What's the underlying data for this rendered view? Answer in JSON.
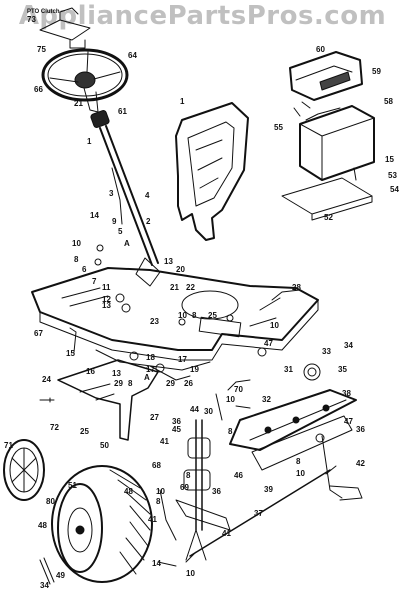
{
  "watermark": "AppliancePartsPros.com",
  "caption_pto": "PTO Clutch",
  "colors": {
    "ink": "#111111",
    "watermark": "#8c8c8c"
  },
  "callouts": [
    {
      "id": "73",
      "label": "73"
    },
    {
      "id": "75",
      "label": "75"
    },
    {
      "id": "64",
      "label": "64"
    },
    {
      "id": "66",
      "label": "66"
    },
    {
      "id": "21a",
      "label": "21"
    },
    {
      "id": "61",
      "label": "61"
    },
    {
      "id": "1a",
      "label": "1"
    },
    {
      "id": "1b",
      "label": "1"
    },
    {
      "id": "60",
      "label": "60"
    },
    {
      "id": "59",
      "label": "59"
    },
    {
      "id": "58",
      "label": "58"
    },
    {
      "id": "55",
      "label": "55"
    },
    {
      "id": "15a",
      "label": "15"
    },
    {
      "id": "53",
      "label": "53"
    },
    {
      "id": "54",
      "label": "54"
    },
    {
      "id": "52",
      "label": "52"
    },
    {
      "id": "3",
      "label": "3"
    },
    {
      "id": "4",
      "label": "4"
    },
    {
      "id": "14a",
      "label": "14"
    },
    {
      "id": "9",
      "label": "9"
    },
    {
      "id": "5",
      "label": "5"
    },
    {
      "id": "2",
      "label": "2"
    },
    {
      "id": "10a",
      "label": "10"
    },
    {
      "id": "A1",
      "label": "A"
    },
    {
      "id": "8a",
      "label": "8"
    },
    {
      "id": "6",
      "label": "6"
    },
    {
      "id": "7",
      "label": "7"
    },
    {
      "id": "13a",
      "label": "13"
    },
    {
      "id": "20",
      "label": "20"
    },
    {
      "id": "11",
      "label": "11"
    },
    {
      "id": "12",
      "label": "12"
    },
    {
      "id": "21b",
      "label": "21"
    },
    {
      "id": "22",
      "label": "22"
    },
    {
      "id": "13b",
      "label": "13"
    },
    {
      "id": "28",
      "label": "28"
    },
    {
      "id": "23",
      "label": "23"
    },
    {
      "id": "10b",
      "label": "10"
    },
    {
      "id": "8b",
      "label": "8"
    },
    {
      "id": "25a",
      "label": "25"
    },
    {
      "id": "67",
      "label": "67"
    },
    {
      "id": "15b",
      "label": "15"
    },
    {
      "id": "10c",
      "label": "10"
    },
    {
      "id": "47a",
      "label": "47"
    },
    {
      "id": "16",
      "label": "16"
    },
    {
      "id": "18",
      "label": "18"
    },
    {
      "id": "17a",
      "label": "17"
    },
    {
      "id": "13c",
      "label": "13"
    },
    {
      "id": "17b",
      "label": "17"
    },
    {
      "id": "29a",
      "label": "29"
    },
    {
      "id": "8c",
      "label": "8"
    },
    {
      "id": "19",
      "label": "19"
    },
    {
      "id": "A2",
      "label": "A"
    },
    {
      "id": "29b",
      "label": "29"
    },
    {
      "id": "26",
      "label": "26"
    },
    {
      "id": "70",
      "label": "70"
    },
    {
      "id": "31",
      "label": "31"
    },
    {
      "id": "33",
      "label": "33"
    },
    {
      "id": "34a",
      "label": "34"
    },
    {
      "id": "35",
      "label": "35"
    },
    {
      "id": "24",
      "label": "24"
    },
    {
      "id": "27",
      "label": "27"
    },
    {
      "id": "25b",
      "label": "25"
    },
    {
      "id": "44",
      "label": "44"
    },
    {
      "id": "30",
      "label": "30"
    },
    {
      "id": "10d",
      "label": "10"
    },
    {
      "id": "32",
      "label": "32"
    },
    {
      "id": "38",
      "label": "38"
    },
    {
      "id": "45",
      "label": "45"
    },
    {
      "id": "36a",
      "label": "36"
    },
    {
      "id": "41a",
      "label": "41"
    },
    {
      "id": "8d",
      "label": "8"
    },
    {
      "id": "47b",
      "label": "47"
    },
    {
      "id": "36b",
      "label": "36"
    },
    {
      "id": "71",
      "label": "71"
    },
    {
      "id": "72",
      "label": "72"
    },
    {
      "id": "68",
      "label": "68"
    },
    {
      "id": "46",
      "label": "46"
    },
    {
      "id": "8e",
      "label": "8"
    },
    {
      "id": "69",
      "label": "69"
    },
    {
      "id": "36c",
      "label": "36"
    },
    {
      "id": "8f",
      "label": "8"
    },
    {
      "id": "39",
      "label": "39"
    },
    {
      "id": "10e",
      "label": "10"
    },
    {
      "id": "42",
      "label": "42"
    },
    {
      "id": "50",
      "label": "50"
    },
    {
      "id": "51",
      "label": "51"
    },
    {
      "id": "48a",
      "label": "48"
    },
    {
      "id": "10f",
      "label": "10"
    },
    {
      "id": "8g",
      "label": "8"
    },
    {
      "id": "41b",
      "label": "41"
    },
    {
      "id": "80",
      "label": "80"
    },
    {
      "id": "37",
      "label": "37"
    },
    {
      "id": "41c",
      "label": "41"
    },
    {
      "id": "48b",
      "label": "48"
    },
    {
      "id": "49",
      "label": "49"
    },
    {
      "id": "34b",
      "label": "34"
    },
    {
      "id": "14b",
      "label": "14"
    },
    {
      "id": "10g",
      "label": "10"
    }
  ]
}
